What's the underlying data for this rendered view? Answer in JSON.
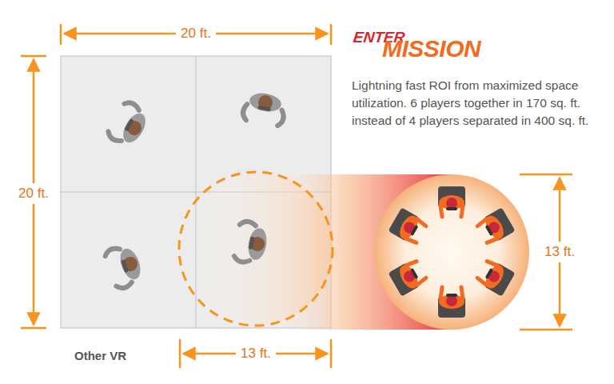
{
  "diagram": {
    "labels": [
      "ENTER",
      "MISSION",
      "Lightning fast ROI from maximized space utilization. 6 players together in 170 sq. ft. instead of 4 players separated in 400 sq. ft.",
      "20 ft.",
      "20 ft.",
      "13 ft.",
      "13 ft.",
      "Other VR"
    ]
  }
}
